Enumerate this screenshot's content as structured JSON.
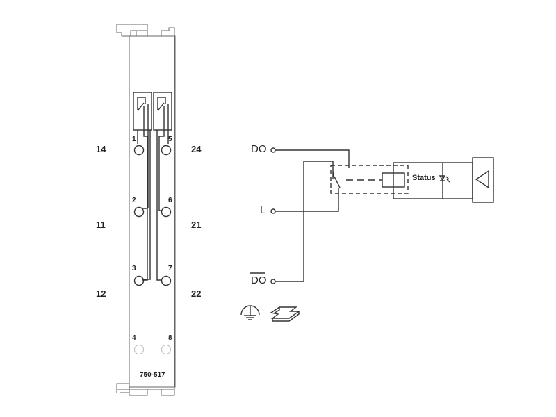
{
  "module": {
    "part_number": "750-517",
    "terminal_numbers": [
      "1",
      "2",
      "3",
      "4",
      "5",
      "6",
      "7",
      "8"
    ],
    "left_labels": [
      "14",
      "11",
      "12"
    ],
    "right_labels": [
      "24",
      "21",
      "22"
    ]
  },
  "schematic": {
    "signals": {
      "do": "DO",
      "l": "L",
      "do_bar": "DO"
    },
    "status_label": "Status"
  },
  "icons": [
    "ground-symbol-icon",
    "din-rail-icon",
    "relay-coil-icon",
    "status-led-icon",
    "triangle-arrow-icon"
  ],
  "colors": {
    "line": "#333333",
    "frame": "#666666",
    "dashed": "#333333",
    "faint_terminal": "#bbbbbb"
  }
}
